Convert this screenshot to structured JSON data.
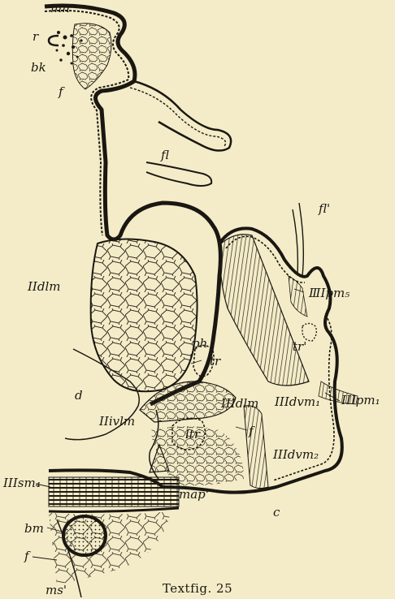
{
  "figure": {
    "caption": "Textfig. 25",
    "labels": {
      "mn": "mn",
      "r": "r",
      "bk": "bk",
      "f_top": "f",
      "fl": "fl",
      "fl_prime": "fl'",
      "IIIpm5": "ⅢIpm₅",
      "tr_prime": "tr'",
      "IIdlm": "IIdlm",
      "ph": "ph",
      "tr": "tr",
      "IIIpm1": "IIIpm₁",
      "IIIdlm": "IIIdlm",
      "d": "d",
      "IIIdvm1": "IIIdvm₁",
      "f_mid": "f",
      "IIivlm": "IIivlm",
      "ltr": "ltr",
      "IIIdvm2": "IIIdvm₂",
      "IIIsm4": "IIIsm₄",
      "map_prime": "map'",
      "bm": "bm",
      "c": "c",
      "f_bottom": "f",
      "ms_prime": "ms'"
    }
  }
}
